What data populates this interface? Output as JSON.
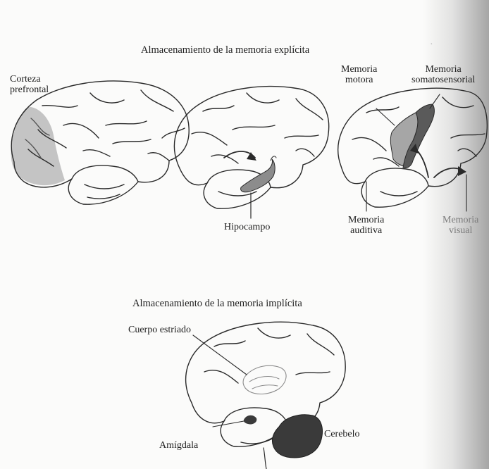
{
  "section_explicit": {
    "title": "Almacenamiento de la memoria explícita",
    "labels": {
      "prefrontal": [
        "Corteza",
        "prefrontal"
      ],
      "hippocampus": "Hipocampo",
      "motor": [
        "Memoria",
        "motora"
      ],
      "somatosensory": [
        "Memoria",
        "somatosensorial"
      ],
      "auditory": [
        "Memoria",
        "auditiva"
      ],
      "visual": [
        "Memoria",
        "visual"
      ]
    }
  },
  "section_implicit": {
    "title": "Almacenamiento de la memoria implícita",
    "labels": {
      "striatum": "Cuerpo estriado",
      "amygdala": "Amígdala",
      "cerebellum": "Cerebelo"
    }
  },
  "colors": {
    "ink": "#2a2a2a",
    "region_light": "#a9a9a9",
    "region_dark": "#555555",
    "cerebellum_fill": "#3a3a3a"
  }
}
